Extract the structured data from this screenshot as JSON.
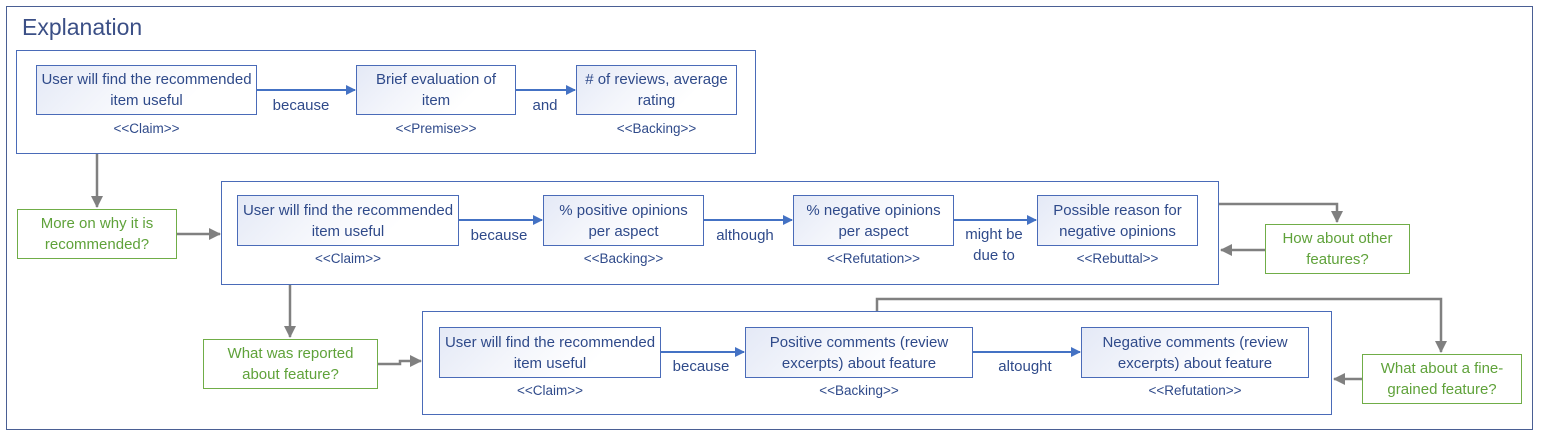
{
  "title": "Explanation",
  "row1": {
    "claim": "User will find the recommended item useful",
    "claim_role": "<<Claim>>",
    "conn1": "because",
    "premise": "Brief evaluation of item",
    "premise_role": "<<Premise>>",
    "conn2": "and",
    "backing": "# of reviews, average rating",
    "backing_role": "<<Backing>>"
  },
  "row2": {
    "claim": "User will find the recommended item useful",
    "claim_role": "<<Claim>>",
    "conn1": "because",
    "backing": "% positive opinions per aspect",
    "backing_role": "<<Backing>>",
    "conn2": "although",
    "refutation": "% negative opinions per aspect",
    "refutation_role": "<<Refutation>>",
    "conn3_line1": "might be",
    "conn3_line2": "due to",
    "rebuttal": "Possible reason for negative opinions",
    "rebuttal_role": "<<Rebuttal>>"
  },
  "row3": {
    "claim": "User will find the recommended item useful",
    "claim_role": "<<Claim>>",
    "conn1": "because",
    "backing": "Positive comments (review excerpts) about feature",
    "backing_role": "<<Backing>>",
    "conn2": "altought",
    "refutation": "Negative comments (review excerpts) about feature",
    "refutation_role": "<<Refutation>>"
  },
  "questions": {
    "why": "More on why it is recommended?",
    "other_features": "How about other features?",
    "reported": "What was reported about  feature?",
    "fine_grained": "What about a fine-grained feature?"
  },
  "colors": {
    "node_border": "#4a6bb8",
    "text": "#2f4a8a",
    "question_border": "#70ad47",
    "question_text": "#5fa23a",
    "arrow_blue": "#4472c4",
    "arrow_gray": "#808080"
  }
}
